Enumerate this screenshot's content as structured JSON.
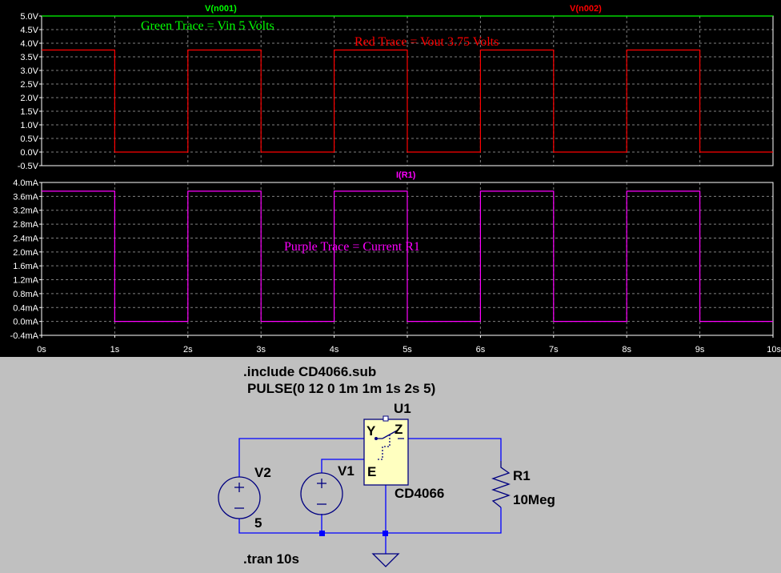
{
  "colors": {
    "background": "#000000",
    "frame": "#ffffff",
    "grid": "#808080",
    "green_trace": "#00ff00",
    "red_trace": "#ff0000",
    "purple_trace": "#ff00ff",
    "schematic_bg": "#c0c0c0",
    "wire": "#0000ff",
    "component": "#000080",
    "ic_fill": "#ffffc0"
  },
  "chart_data": [
    {
      "type": "line",
      "panel": "top",
      "ylim": [
        -0.5,
        5.0
      ],
      "xlim": [
        0,
        10
      ],
      "grid": true,
      "y_ticks": [
        "5.0V",
        "4.5V",
        "4.0V",
        "3.5V",
        "3.0V",
        "2.5V",
        "2.0V",
        "1.5V",
        "1.0V",
        "0.5V",
        "0.0V",
        "-0.5V"
      ],
      "y_tick_values": [
        5.0,
        4.5,
        4.0,
        3.5,
        3.0,
        2.5,
        2.0,
        1.5,
        1.0,
        0.5,
        0.0,
        -0.5
      ],
      "x_grid_values": [
        0,
        1,
        2,
        3,
        4,
        5,
        6,
        7,
        8,
        9,
        10
      ],
      "series": [
        {
          "name": "V(n001)",
          "color": "#00ff00",
          "x": [
            0,
            10
          ],
          "y": [
            5.0,
            5.0
          ]
        },
        {
          "name": "V(n002)",
          "color": "#ff0000",
          "x": [
            0,
            1,
            1,
            2,
            2,
            3,
            3,
            4,
            4,
            5,
            5,
            6,
            6,
            7,
            7,
            8,
            8,
            9,
            9,
            10
          ],
          "y": [
            3.75,
            3.75,
            0,
            0,
            3.75,
            3.75,
            0,
            0,
            3.75,
            3.75,
            0,
            0,
            3.75,
            3.75,
            0,
            0,
            3.75,
            3.75,
            0,
            0
          ]
        }
      ],
      "annotations": [
        "Green Trace = Vin 5 Volts",
        "Red Trace = Vout 3.75 Volts"
      ]
    },
    {
      "type": "line",
      "panel": "bottom",
      "ylim": [
        -0.4,
        4.0
      ],
      "xlim": [
        0,
        10
      ],
      "grid": true,
      "y_ticks": [
        "4.0mA",
        "3.6mA",
        "3.2mA",
        "2.8mA",
        "2.4mA",
        "2.0mA",
        "1.6mA",
        "1.2mA",
        "0.8mA",
        "0.4mA",
        "0.0mA",
        "-0.4mA"
      ],
      "y_tick_values": [
        4.0,
        3.6,
        3.2,
        2.8,
        2.4,
        2.0,
        1.6,
        1.2,
        0.8,
        0.4,
        0.0,
        -0.4
      ],
      "x_ticks": [
        "0s",
        "1s",
        "2s",
        "3s",
        "4s",
        "5s",
        "6s",
        "7s",
        "8s",
        "9s",
        "10s"
      ],
      "x_tick_values": [
        0,
        1,
        2,
        3,
        4,
        5,
        6,
        7,
        8,
        9,
        10
      ],
      "series": [
        {
          "name": "I(R1)",
          "color": "#ff00ff",
          "x": [
            0,
            1,
            1,
            2,
            2,
            3,
            3,
            4,
            4,
            5,
            5,
            6,
            6,
            7,
            7,
            8,
            8,
            9,
            9,
            10
          ],
          "y": [
            3.75,
            3.75,
            0,
            0,
            3.75,
            3.75,
            0,
            0,
            3.75,
            3.75,
            0,
            0,
            3.75,
            3.75,
            0,
            0,
            3.75,
            3.75,
            0,
            0
          ]
        }
      ],
      "annotations": [
        "Purple Trace = Current R1"
      ]
    }
  ],
  "schematic": {
    "directive_include": ".include CD4066.sub",
    "directive_pulse": "PULSE(0 12 0 1m 1m 1s 2s 5)",
    "directive_tran": ".tran 10s",
    "u1_ref": "U1",
    "u1_part": "CD4066",
    "pin_y": "Y",
    "pin_z": "Z",
    "pin_e": "E",
    "v2_ref": "V2",
    "v2_value": "5",
    "v1_ref": "V1",
    "r1_ref": "R1",
    "r1_value": "10Meg"
  }
}
